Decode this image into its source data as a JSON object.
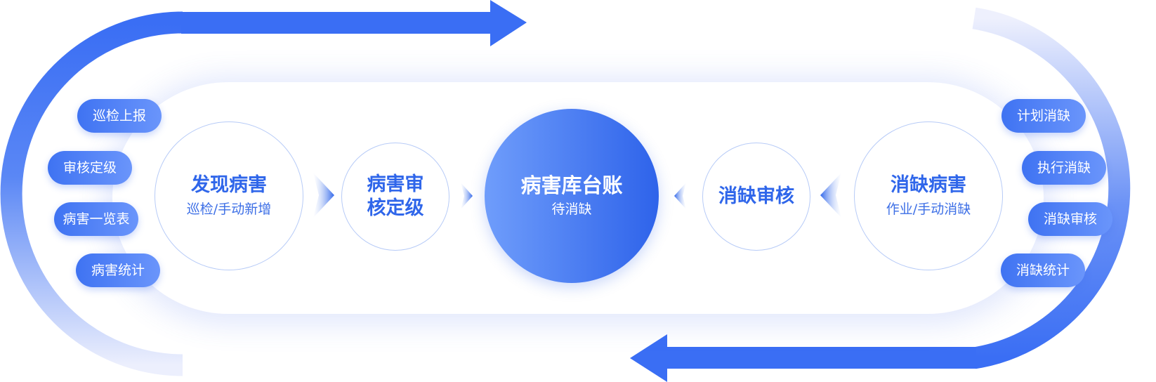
{
  "left_items": [
    "巡检上报",
    "审核定级",
    "病害一览表",
    "病害统计"
  ],
  "right_items": [
    "计划消缺",
    "执行消缺",
    "消缺审核",
    "消缺统计"
  ],
  "nodes": {
    "discover": {
      "title": "发现病害",
      "sub": "巡检/手动新增"
    },
    "review": {
      "line1": "病害审",
      "line2": "核定级"
    },
    "ledger": {
      "title": "病害库台账",
      "sub": "待消缺"
    },
    "elim_review": {
      "title": "消缺审核"
    },
    "eliminate": {
      "title": "消缺病害",
      "sub": "作业/手动消缺"
    }
  },
  "colors": {
    "primary": "#3a6ef4",
    "pill_start": "#3f73f2",
    "pill_end": "#6a95fb",
    "text_blue": "#2f66ea"
  }
}
